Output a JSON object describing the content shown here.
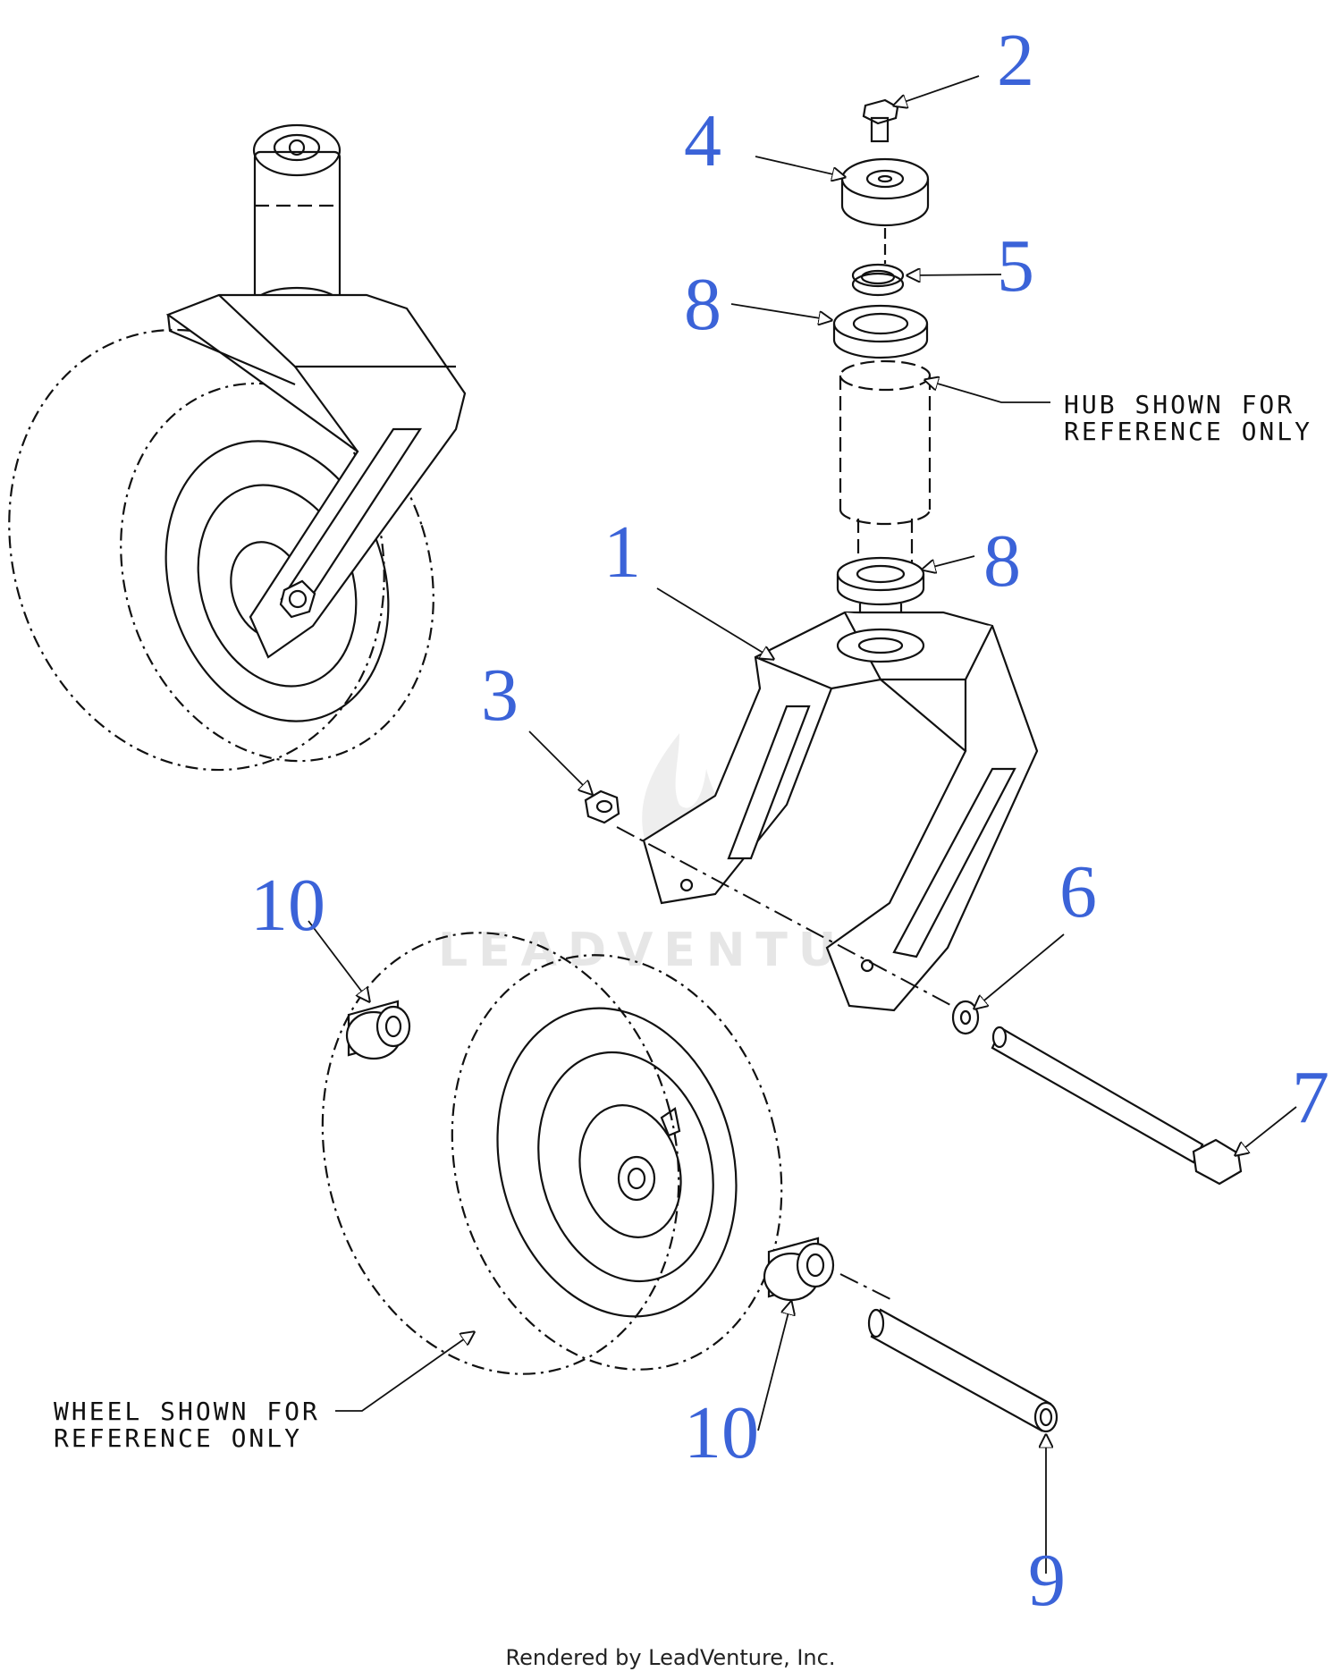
{
  "callouts": {
    "c1": "1",
    "c2": "2",
    "c3": "3",
    "c4": "4",
    "c5": "5",
    "c6": "6",
    "c7": "7",
    "c8a": "8",
    "c8b": "8",
    "c9": "9",
    "c10a": "10",
    "c10b": "10"
  },
  "notes": {
    "hub_line1": "HUB SHOWN FOR",
    "hub_line2": "REFERENCE ONLY",
    "wheel_line1": "WHEEL SHOWN FOR",
    "wheel_line2": "REFERENCE ONLY"
  },
  "watermark": "LEADVENTURE",
  "footer": "Rendered by LeadVenture, Inc.",
  "colors": {
    "callout": "#3b63d8",
    "line": "#111111"
  }
}
